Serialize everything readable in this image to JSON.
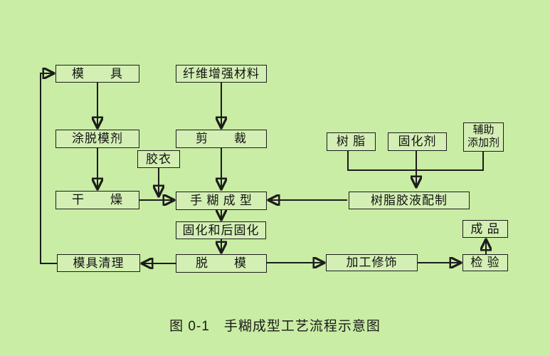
{
  "diagram": {
    "title": "手糊成型工艺流程示意图",
    "caption": "图 0-1　手糊成型工艺流程示意图",
    "colors": {
      "background": "#c9eda4",
      "box_fill": "#d3efb4",
      "line": "#1c1c1c",
      "text": "#121212"
    },
    "nodes": {
      "mold": {
        "label": "模　　具"
      },
      "fiber_material": {
        "label": "纤维增强材料"
      },
      "release_agent": {
        "label": "涂脱模剂"
      },
      "cutting": {
        "label": "剪　　裁"
      },
      "gelcoat": {
        "label": "胶衣"
      },
      "resin": {
        "label": "树 脂"
      },
      "curing_agent": {
        "label": "固化剂"
      },
      "auxiliary_additives": {
        "label": "辅助\n添加剂"
      },
      "drying": {
        "label": "干　　燥"
      },
      "hand_layup": {
        "label": "手 糊 成 型"
      },
      "resin_mix": {
        "label": "树脂胶液配制"
      },
      "cure_postcure": {
        "label": "固化和后固化"
      },
      "demold": {
        "label": "脱　　模"
      },
      "mold_cleaning": {
        "label": "模具清理"
      },
      "finishing": {
        "label": "加工修饰"
      },
      "inspection": {
        "label": "检 验"
      },
      "product": {
        "label": "成 品"
      }
    },
    "edges": [
      "mold→release_agent",
      "release_agent→drying",
      "drying→hand_layup",
      "fiber_material→cutting",
      "cutting→hand_layup",
      "gelcoat→hand_layup",
      "resin→resin_mix",
      "curing_agent→resin_mix",
      "auxiliary_additives→resin_mix",
      "resin_mix→hand_layup",
      "hand_layup→cure_postcure",
      "cure_postcure→demold",
      "demold→mold_cleaning",
      "mold_cleaning→mold",
      "demold→finishing",
      "finishing→inspection",
      "inspection→product"
    ]
  }
}
